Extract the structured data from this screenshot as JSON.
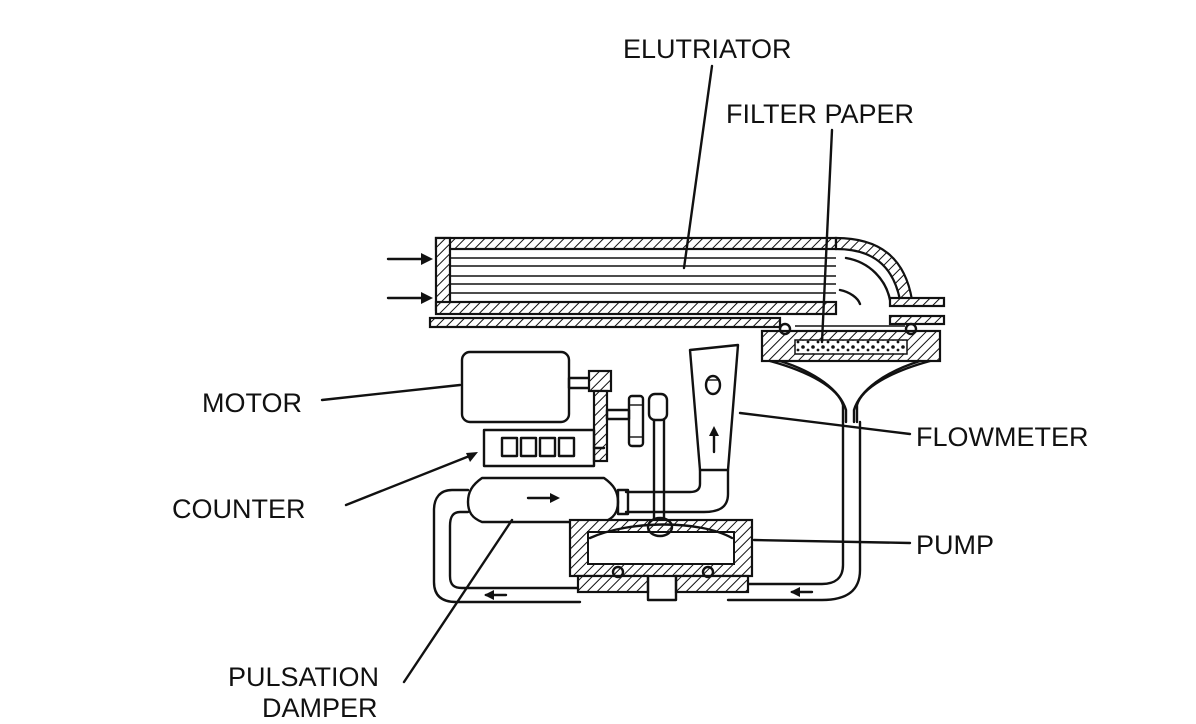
{
  "labels": {
    "elutriator": "ELUTRIATOR",
    "filter_paper": "FILTER PAPER",
    "motor": "MOTOR",
    "flowmeter": "FLOWMETER",
    "counter": "COUNTER",
    "pump": "PUMP",
    "pulsation_damper_line1": "PULSATION",
    "pulsation_damper_line2": "DAMPER"
  },
  "colors": {
    "ink": "#111111",
    "paper": "#ffffff"
  }
}
